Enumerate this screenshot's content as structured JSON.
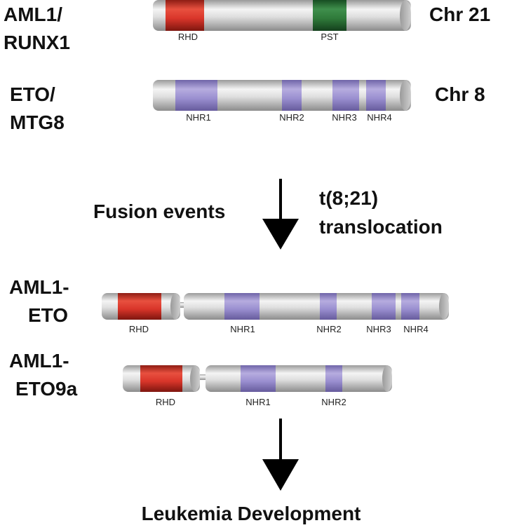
{
  "genes": {
    "aml1": {
      "name_line1": "AML1/",
      "name_line2": "RUNX1",
      "chromosome": "Chr 21",
      "domains": [
        {
          "label": "RHD",
          "color": "#d9352a"
        },
        {
          "label": "PST",
          "color": "#2f7a3a"
        }
      ]
    },
    "eto": {
      "name_line1": "ETO/",
      "name_line2": "MTG8",
      "chromosome": "Chr 8",
      "domains": [
        {
          "label": "NHR1"
        },
        {
          "label": "NHR2"
        },
        {
          "label": "NHR3"
        },
        {
          "label": "NHR4"
        }
      ]
    }
  },
  "event": {
    "left_label": "Fusion events",
    "right_line1": "t(8;21)",
    "right_line2": "translocation"
  },
  "fusions": {
    "aml1_eto": {
      "name_line1": "AML1-",
      "name_line2": "ETO",
      "domains": [
        {
          "label": "RHD"
        },
        {
          "label": "NHR1"
        },
        {
          "label": "NHR2"
        },
        {
          "label": "NHR3"
        },
        {
          "label": "NHR4"
        }
      ]
    },
    "aml1_eto9a": {
      "name_line1": "AML1-",
      "name_line2": "ETO9a",
      "domains": [
        {
          "label": "RHD"
        },
        {
          "label": "NHR1"
        },
        {
          "label": "NHR2"
        }
      ]
    }
  },
  "outcome": "Leukemia Development",
  "colors": {
    "rhd": "#d9352a",
    "pst": "#2f7a3a",
    "nhr": "#9a8fd0",
    "body": "#dcdcdc",
    "arrow": "#000000"
  }
}
